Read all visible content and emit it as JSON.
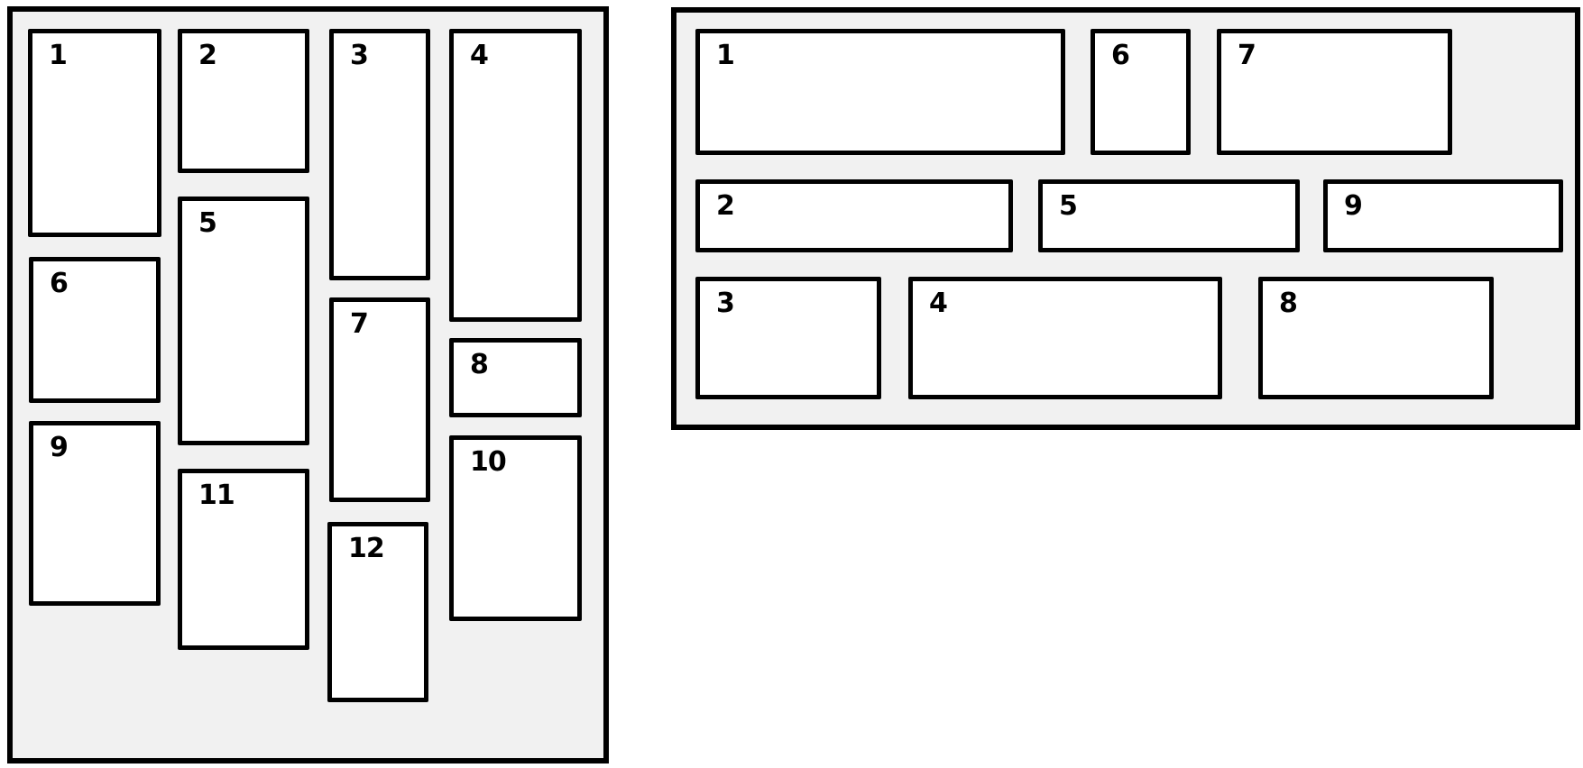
{
  "colors": {
    "page_background": "#ffffff",
    "panel_background": "#f1f1f1",
    "box_background": "#ffffff",
    "border_color": "#000000",
    "label_color": "#000000"
  },
  "panels": {
    "left": {
      "boxes": [
        {
          "label": "1"
        },
        {
          "label": "2"
        },
        {
          "label": "3"
        },
        {
          "label": "4"
        },
        {
          "label": "5"
        },
        {
          "label": "6"
        },
        {
          "label": "7"
        },
        {
          "label": "8"
        },
        {
          "label": "9"
        },
        {
          "label": "10"
        },
        {
          "label": "11"
        },
        {
          "label": "12"
        }
      ]
    },
    "right": {
      "boxes": [
        {
          "label": "1"
        },
        {
          "label": "6"
        },
        {
          "label": "7"
        },
        {
          "label": "2"
        },
        {
          "label": "5"
        },
        {
          "label": "9"
        },
        {
          "label": "3"
        },
        {
          "label": "4"
        },
        {
          "label": "8"
        }
      ]
    }
  }
}
